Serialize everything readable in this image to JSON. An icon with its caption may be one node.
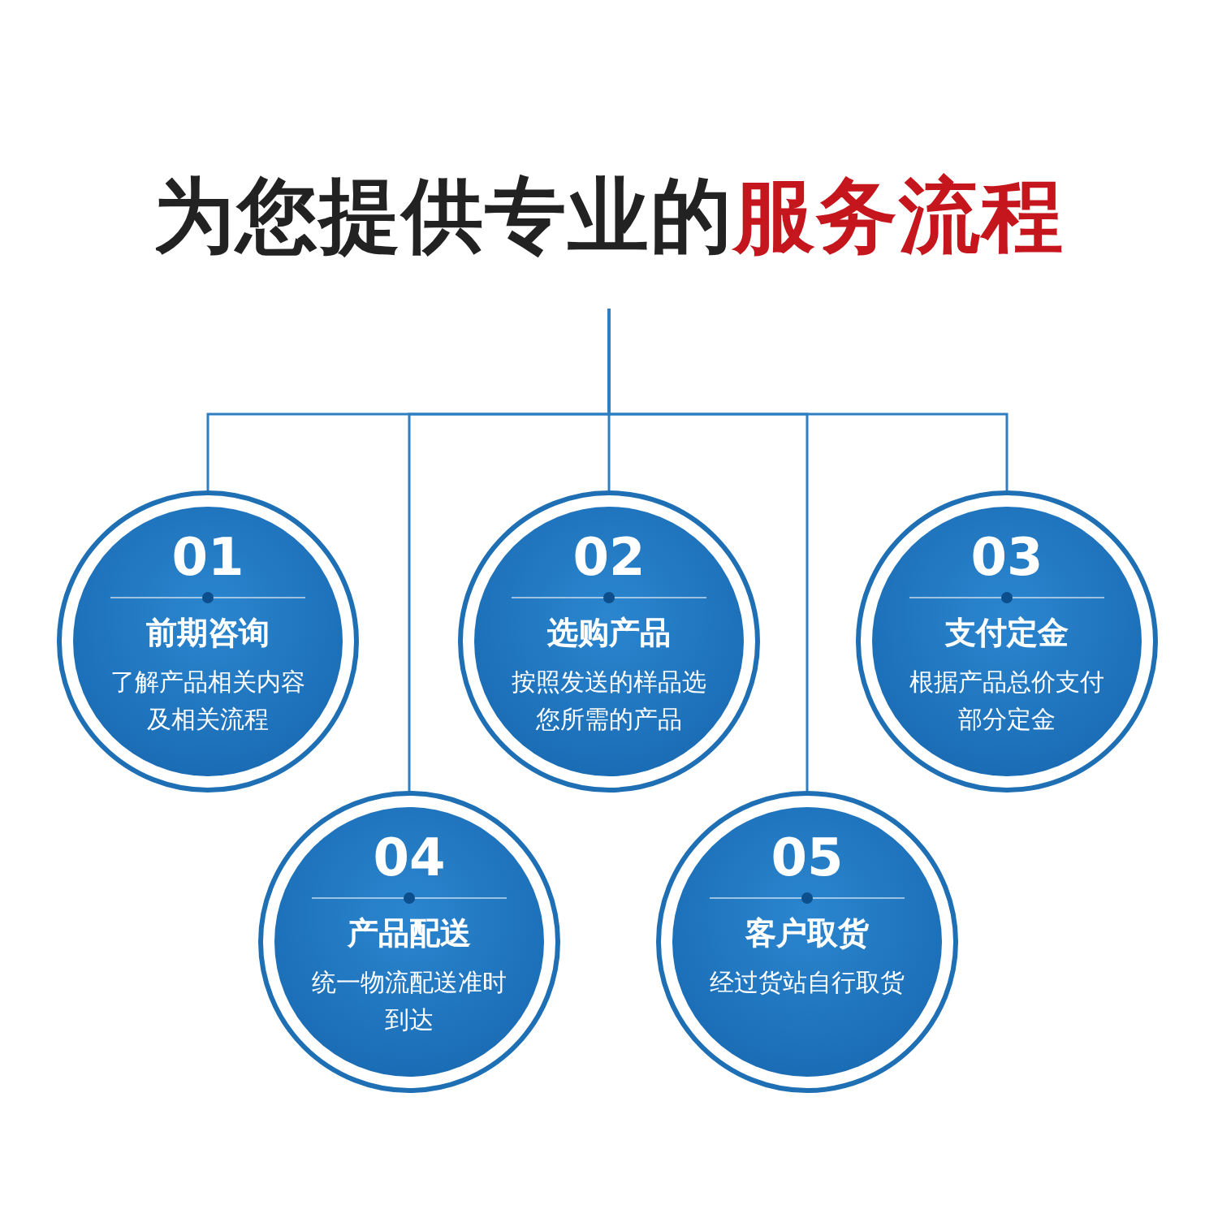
{
  "diagram": {
    "title": "为您提供专业的**服务流程**",
    "nodes": [
      {
        "text": [
          "01",
          "前期咨询",
          "了解产品相关内容及相关流程"
        ]
      },
      {
        "text": [
          "02",
          "选购产品",
          "按照发送的样品选您所需的产品"
        ]
      },
      {
        "text": [
          "03",
          "支付定金",
          "根据产品总价支付部分定金"
        ]
      },
      {
        "text": [
          "04",
          "产品配送",
          "统一物流配送准时到达"
        ]
      },
      {
        "text": [
          "05",
          "客户取货",
          "经过货站自行取货"
        ]
      }
    ],
    "edges": [
      {
        "from": null,
        "to": 0,
        "arrow": "none"
      },
      {
        "from": null,
        "to": 3,
        "arrow": "none"
      },
      {
        "from": null,
        "to": 1,
        "arrow": "none"
      },
      {
        "from": null,
        "to": 4,
        "arrow": "none"
      },
      {
        "from": null,
        "to": 2,
        "arrow": "none"
      }
    ]
  }
}
